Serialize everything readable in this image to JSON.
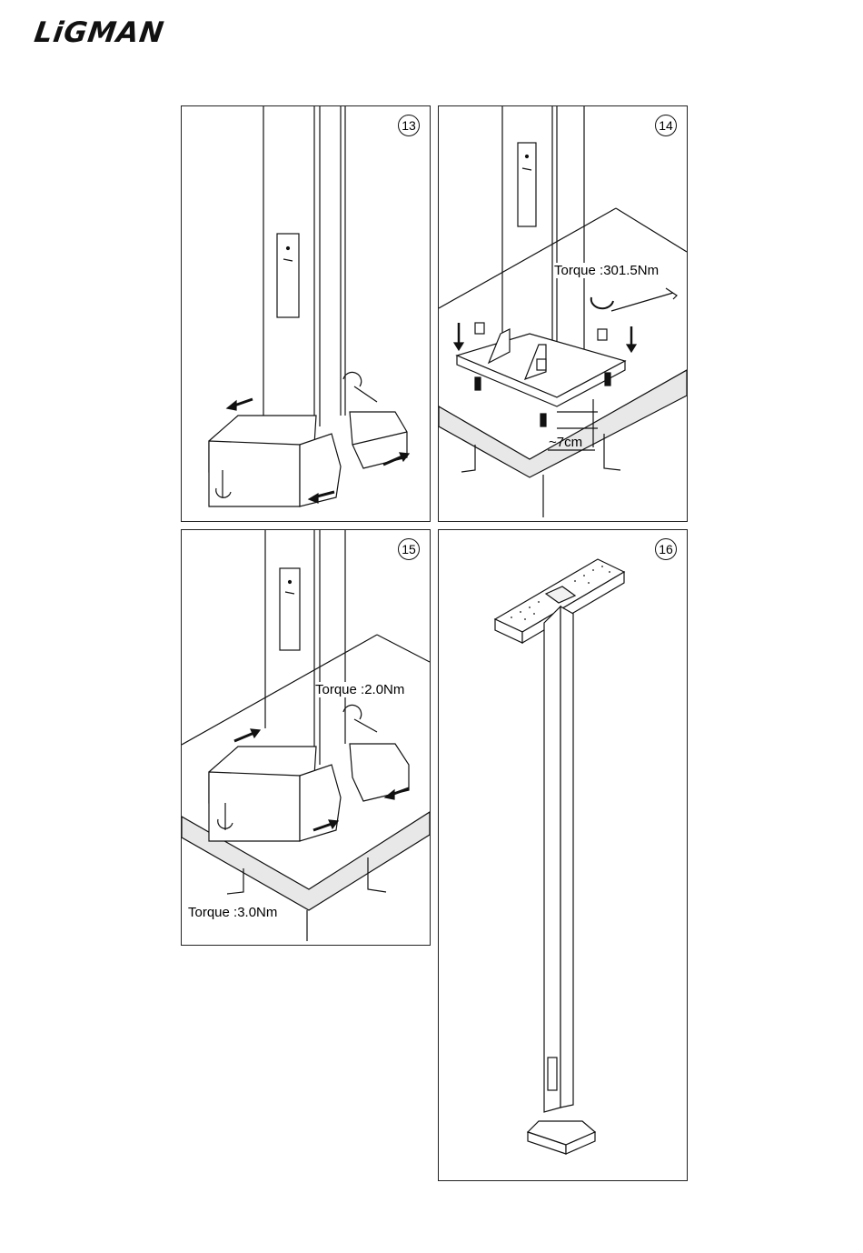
{
  "brand": {
    "logo_text": "LiGMAN"
  },
  "panels": [
    {
      "step": "13"
    },
    {
      "step": "14",
      "torque_label": "Torque :301.5Nm",
      "dimension_label": "~7cm"
    },
    {
      "step": "15",
      "torque_top_label": "Torque :2.0Nm",
      "torque_bottom_label": "Torque :3.0Nm"
    },
    {
      "step": "16"
    }
  ]
}
